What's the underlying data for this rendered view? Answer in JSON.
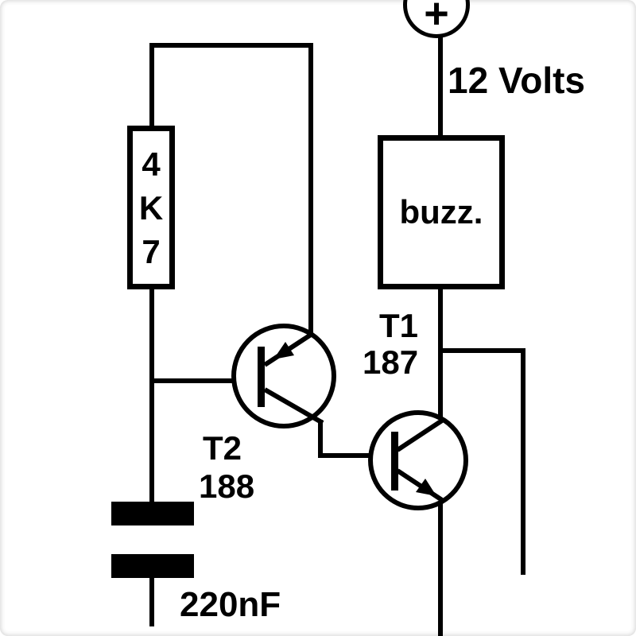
{
  "labels": {
    "supply_plus": "+",
    "voltage": "12 Volts",
    "resistor": [
      "4",
      "K",
      "7"
    ],
    "buzzer": "buzz.",
    "t1_name": "T1",
    "t1_part": "187",
    "t2_name": "T2",
    "t2_part": "188",
    "capacitor": "220nF"
  },
  "components": [
    {
      "name": "power-supply",
      "symbol": "+",
      "value": "12 Volts"
    },
    {
      "name": "resistor",
      "value": "4K7"
    },
    {
      "name": "buzzer",
      "label": "buzz."
    },
    {
      "name": "transistor-t1",
      "part": "187"
    },
    {
      "name": "transistor-t2",
      "part": "188"
    },
    {
      "name": "capacitor",
      "value": "220nF"
    }
  ]
}
